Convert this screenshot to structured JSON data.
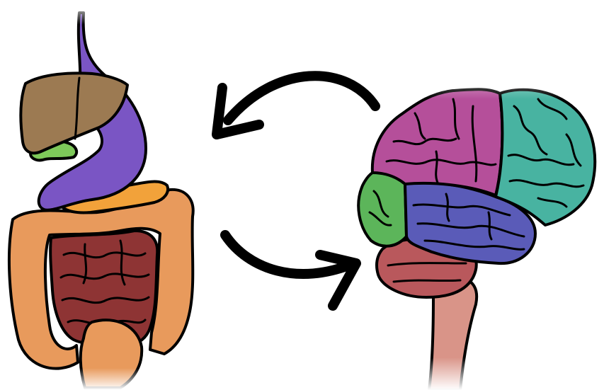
{
  "diagram": {
    "type": "gut-brain-axis-illustration",
    "nodes": [
      {
        "id": "digestive-system",
        "icon": "digestive-system-icon"
      },
      {
        "id": "brain",
        "icon": "brain-icon"
      }
    ],
    "arrows": [
      {
        "from": "brain",
        "to": "digestive-system",
        "icon": "curved-arrow-left-icon"
      },
      {
        "from": "digestive-system",
        "to": "brain",
        "icon": "curved-arrow-right-icon"
      }
    ],
    "colors": {
      "outline": "#000000",
      "stomach": "#7a55c4",
      "liver": "#9c7a52",
      "gallbladder": "#7ec95a",
      "pancreas": "#f2a23a",
      "large_intestine": "#e89a5c",
      "small_intestine": "#8e3434",
      "frontal_lobe": "#48b3a1",
      "parietal_lobe": "#b54f9a",
      "occipital_lobe": "#5cb55a",
      "temporal_lobe": "#5a5bb8",
      "cerebellum": "#b9585c",
      "brainstem": "#d99488"
    }
  }
}
